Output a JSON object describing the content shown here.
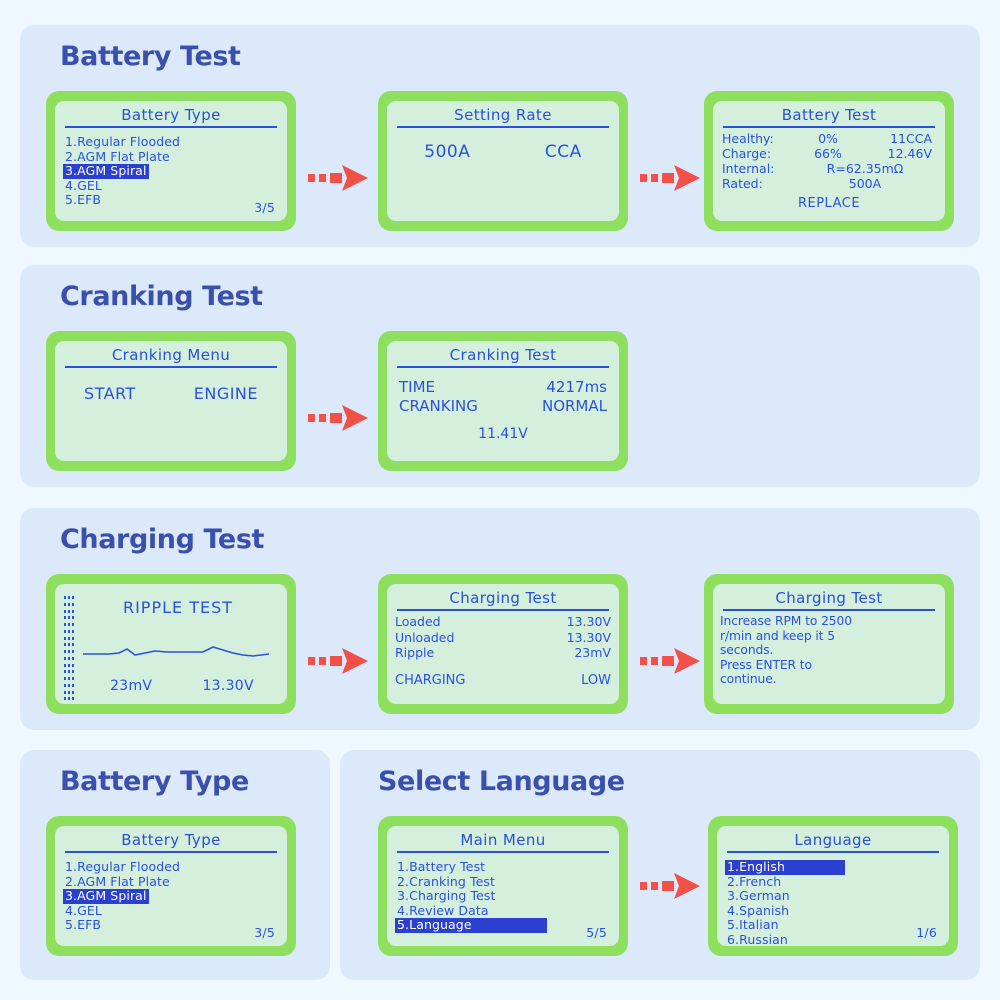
{
  "theme": {
    "page_bg": "#f0f8ff",
    "panel_bg": "#dbe9fb",
    "heading_color": "#3b50ac",
    "lcd_bezel": "#8ddf5d",
    "lcd_screen": "#d4f0dc",
    "lcd_text": "#2b50e0",
    "highlight_bg": "#2b3fd0",
    "highlight_text": "#ffffff",
    "arrow_color": "#f4504a"
  },
  "sections": {
    "battery_test": {
      "title": "Battery Test"
    },
    "cranking_test": {
      "title": "Cranking Test"
    },
    "charging_test": {
      "title": "Charging Test"
    },
    "battery_type": {
      "title": "Battery Type"
    },
    "select_language": {
      "title": "Select Language"
    }
  },
  "screens": {
    "battery_type": {
      "title": "Battery Type",
      "items": [
        "1.Regular Flooded",
        "2.AGM Flat Plate",
        "3.AGM Spiral",
        "4.GEL",
        "5.EFB"
      ],
      "selected_index": 2,
      "counter": "3/5"
    },
    "setting_rate": {
      "title": "Setting Rate",
      "value": "500A",
      "unit": "CCA"
    },
    "battery_result": {
      "title": "Battery Test",
      "rows": [
        {
          "label": "Healthy:",
          "value": "0%",
          "extra": "11CCA"
        },
        {
          "label": "Charge:",
          "value": "66%",
          "extra": "12.46V"
        },
        {
          "label": "Internal:",
          "value": "R=62.35mΩ",
          "extra": ""
        },
        {
          "label": "Rated:",
          "value": "500A",
          "extra": ""
        }
      ],
      "verdict": "REPLACE"
    },
    "cranking_menu": {
      "title": "Cranking Menu",
      "option_left": "START",
      "option_right": "ENGINE"
    },
    "cranking_result": {
      "title": "Cranking Test",
      "rows": [
        {
          "label": "TIME",
          "value": "4217ms"
        },
        {
          "label": "CRANKING",
          "value": "NORMAL"
        }
      ],
      "voltage": "11.41V"
    },
    "ripple_test": {
      "title": "RIPPLE TEST",
      "ripple_value": "23mV",
      "voltage_value": "13.30V",
      "scale_marks": 18,
      "waveform": [
        0,
        0,
        1,
        -1,
        2,
        0,
        1,
        0,
        1,
        0,
        0,
        0,
        3,
        1,
        0,
        -1,
        -2,
        -1,
        -1
      ]
    },
    "charging_result": {
      "title": "Charging Test",
      "rows": [
        {
          "label": "Loaded",
          "value": "13.30V"
        },
        {
          "label": "Unloaded",
          "value": "13.30V"
        },
        {
          "label": "Ripple",
          "value": "23mV"
        }
      ],
      "status_label": "CHARGING",
      "status_value": "LOW"
    },
    "charging_prompt": {
      "title": "Charging Test",
      "lines": [
        "Increase RPM to 2500",
        "r/min and keep it 5",
        "seconds.",
        "Press ENTER to",
        "continue."
      ]
    },
    "main_menu": {
      "title": "Main Menu",
      "items": [
        "1.Battery Test",
        "2.Cranking Test",
        "3.Charging Test",
        "4.Review Data",
        "5.Language"
      ],
      "selected_index": 4,
      "counter": "5/5"
    },
    "language": {
      "title": "Language",
      "items": [
        "1.English",
        "2.French",
        "3.German",
        "4.Spanish",
        "5.Italian",
        "6.Russian"
      ],
      "selected_index": 0,
      "counter": "1/6"
    }
  },
  "arrows": {
    "glyph": "dashed-arrow-right",
    "count": 6
  }
}
